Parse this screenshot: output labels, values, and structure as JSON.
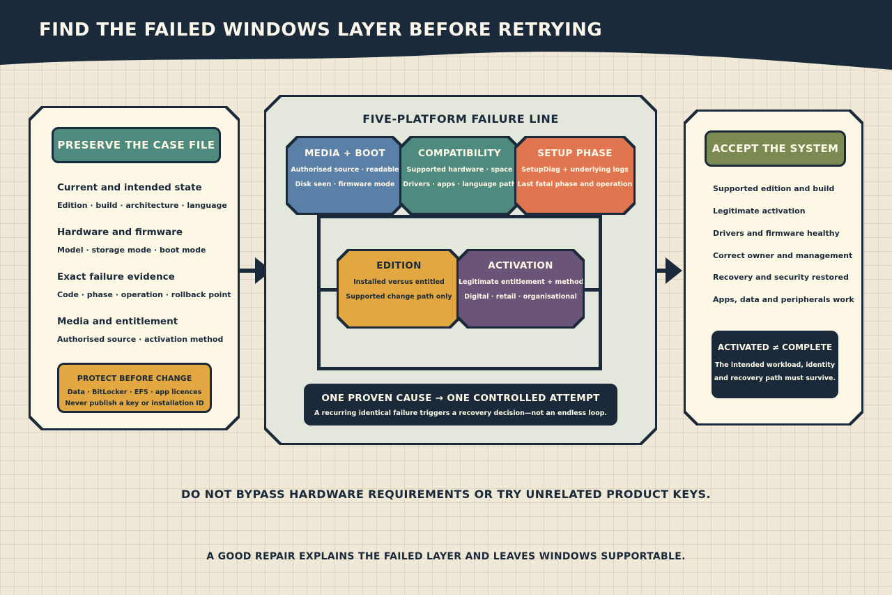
{
  "title": "FIND THE FAILED WINDOWS LAYER BEFORE RETRYING",
  "colors": {
    "navy": "#1a2a3a",
    "cream": "#fdf7e6",
    "teal": "#4f8a7e",
    "blue": "#5a80a8",
    "orange": "#e07550",
    "mustard": "#e2a740",
    "purple": "#6a5578",
    "olive": "#7b8a52"
  },
  "left": {
    "heading": "PRESERVE THE CASE FILE",
    "sections": [
      {
        "title": "Current and intended state",
        "detail": "Edition · build · architecture · language"
      },
      {
        "title": "Hardware and firmware",
        "detail": "Model · storage mode · boot mode"
      },
      {
        "title": "Exact failure evidence",
        "detail": "Code · phase · operation · rollback point"
      },
      {
        "title": "Media and entitlement",
        "detail": "Authorised source · activation method"
      }
    ],
    "protect": {
      "title": "PROTECT BEFORE CHANGE",
      "line1": "Data · BitLocker · EFS · app licences",
      "line2": "Never publish a key or installation ID"
    }
  },
  "center": {
    "title": "FIVE-PLATFORM FAILURE LINE",
    "nodes": [
      {
        "title": "MEDIA + BOOT",
        "line1": "Authorised source · readable",
        "line2": "Disk seen · firmware mode"
      },
      {
        "title": "COMPATIBILITY",
        "line1": "Supported hardware · space",
        "line2": "Drivers · apps · language path"
      },
      {
        "title": "SETUP PHASE",
        "line1": "SetupDiag + underlying logs",
        "line2": "Last fatal phase and operation"
      },
      {
        "title": "EDITION",
        "line1": "Installed versus entitled",
        "line2": "Supported change path only"
      },
      {
        "title": "ACTIVATION",
        "line1": "Legitimate entitlement + method",
        "line2": "Digital · retail · organisational"
      }
    ],
    "proven": {
      "title": "ONE PROVEN CAUSE → ONE CONTROLLED ATTEMPT",
      "subtitle": "A recurring identical failure triggers a recovery decision—not an endless loop."
    }
  },
  "right": {
    "heading": "ACCEPT THE SYSTEM",
    "items": [
      "Supported edition and build",
      "Legitimate activation",
      "Drivers and firmware healthy",
      "Correct owner and management",
      "Recovery and security restored",
      "Apps, data and peripherals work"
    ],
    "activated": {
      "title": "ACTIVATED ≠ COMPLETE",
      "line1": "The intended workload, identity",
      "line2": "and recovery path must survive."
    }
  },
  "footer": {
    "warning": "DO NOT BYPASS HARDWARE REQUIREMENTS OR TRY UNRELATED PRODUCT KEYS.",
    "closing": "A GOOD REPAIR EXPLAINS THE FAILED LAYER AND LEAVES WINDOWS SUPPORTABLE."
  }
}
